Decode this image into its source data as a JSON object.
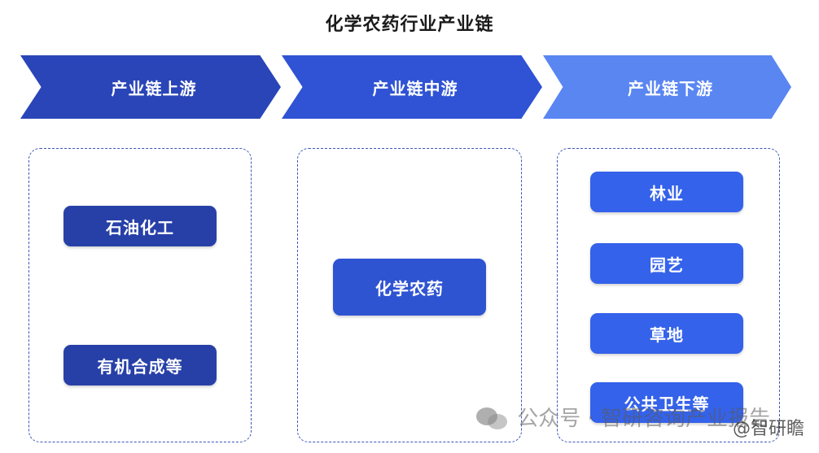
{
  "title": "化学农药行业产业链",
  "stages": [
    {
      "label": "产业链上游",
      "items": [
        "石油化工",
        "有机合成等"
      ]
    },
    {
      "label": "产业链中游",
      "items": [
        "化学农药"
      ]
    },
    {
      "label": "产业链下游",
      "items": [
        "林业",
        "园艺",
        "草地",
        "公共卫生等"
      ]
    }
  ],
  "watermark": {
    "text": "公众号 · 智研咨询产业报告",
    "brand": "@智研瞻"
  },
  "colors": {
    "upstream": "#2a45b8",
    "midstream": "#2f53d4",
    "downstream": "#5a86f2"
  }
}
